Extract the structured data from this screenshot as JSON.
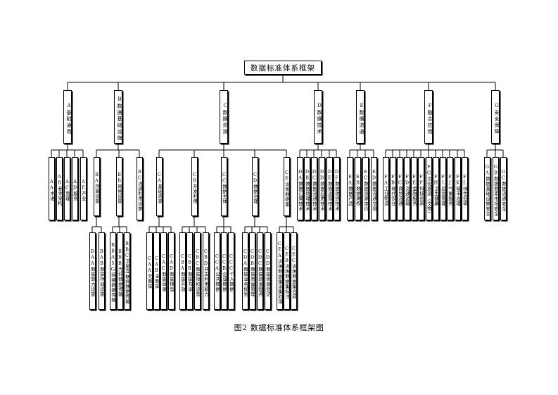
{
  "title": "数据标准体系框架",
  "caption": "图2  数据标准体系框架图",
  "tree": [
    {
      "code": "A",
      "label": "基础通用",
      "children": [
        {
          "code": "AA",
          "label": "术语"
        },
        {
          "code": "AB",
          "label": "参考架构"
        },
        {
          "code": "AC",
          "label": "管理"
        },
        {
          "code": "AD",
          "label": "服务"
        },
        {
          "code": "AE",
          "label": "产业"
        }
      ]
    },
    {
      "code": "B",
      "label": "数据基础设施",
      "children": [
        {
          "code": "BA",
          "label": "存算设施",
          "children": [
            {
              "code": "BAA",
              "label": "数据算力设施"
            },
            {
              "code": "BAB",
              "label": "数据存储设施"
            }
          ]
        },
        {
          "code": "BB",
          "label": "网络设施",
          "children": [
            {
              "code": "BBA",
              "label": "5G网络数据传输"
            },
            {
              "code": "BBB",
              "label": "光纤数据传输"
            },
            {
              "code": "BBC",
              "label": "卫星互联网数据传输"
            }
          ]
        },
        {
          "code": "BC",
          "label": "流通利用设施"
        }
      ]
    },
    {
      "code": "C",
      "label": "数据资源",
      "children": [
        {
          "code": "CA",
          "label": "基础资源",
          "children": [
            {
              "code": "CAA",
              "label": "元数据"
            },
            {
              "code": "CAB",
              "label": "主数据"
            },
            {
              "code": "CAC",
              "label": "数据目录"
            },
            {
              "code": "CAD",
              "label": "数据模型"
            }
          ]
        },
        {
          "code": "CB",
          "label": "开发利用",
          "children": [
            {
              "code": "CBA",
              "label": "数据开放"
            },
            {
              "code": "CBB",
              "label": "数据共享"
            },
            {
              "code": "CBC",
              "label": "数据授权运营"
            },
            {
              "code": "CBD",
              "label": "开发利用能力"
            }
          ]
        },
        {
          "code": "CC",
          "label": "数据主体",
          "children": [
            {
              "code": "CCA",
              "label": "公共数据"
            },
            {
              "code": "CCB",
              "label": "企业数据"
            },
            {
              "code": "CCC",
              "label": "个人数据"
            }
          ]
        },
        {
          "code": "CD",
          "label": "数据治理",
          "children": [
            {
              "code": "CDA",
              "label": "数据业务规划"
            },
            {
              "code": "CDB",
              "label": "数据质量管理"
            },
            {
              "code": "CDC",
              "label": "数据调查盘点"
            },
            {
              "code": "CDD",
              "label": "数据资源登记"
            }
          ]
        },
        {
          "code": "CE",
          "label": "训练数据集",
          "children": [
            {
              "code": "CEA",
              "label": "训练数据集采集处理"
            },
            {
              "code": "CEB",
              "label": "训练数据集标注"
            },
            {
              "code": "CEC",
              "label": "训练数据集合成"
            }
          ]
        }
      ]
    },
    {
      "code": "D",
      "label": "数据技术",
      "children": [
        {
          "code": "DA",
          "label": "数据汇聚技术"
        },
        {
          "code": "DB",
          "label": "数据处理技术"
        },
        {
          "code": "DC",
          "label": "数据流通技术"
        },
        {
          "code": "DD",
          "label": "数据应用技术"
        },
        {
          "code": "DE",
          "label": "数据运营技术"
        },
        {
          "code": "DF",
          "label": "数据销毁技术"
        }
      ]
    },
    {
      "code": "E",
      "label": "数据流通",
      "children": [
        {
          "code": "EA",
          "label": "数据产品"
        },
        {
          "code": "EB",
          "label": "数据确权"
        },
        {
          "code": "EC",
          "label": "数据资源定价"
        },
        {
          "code": "ED",
          "label": "数据流通交易"
        }
      ]
    },
    {
      "code": "F",
      "label": "融合应用",
      "children": [
        {
          "code": "FA",
          "label": "工业制造"
        },
        {
          "code": "FB",
          "label": "现代农业"
        },
        {
          "code": "FC",
          "label": "商贸流通"
        },
        {
          "code": "FD",
          "label": "交通运输"
        },
        {
          "code": "FE",
          "label": "金融服务"
        },
        {
          "code": "FF",
          "label": "科技创新"
        },
        {
          "code": "FG",
          "label": "文化旅游（文物）"
        },
        {
          "code": "FH",
          "label": "卫生健康"
        },
        {
          "code": "FI",
          "label": "应急管理"
        },
        {
          "code": "FJ",
          "label": "气象服务"
        },
        {
          "code": "FK",
          "label": "城市治理"
        },
        {
          "code": "FL",
          "label": "绿色低碳"
        }
      ]
    },
    {
      "code": "G",
      "label": "安全保障",
      "children": [
        {
          "code": "GA",
          "label": "数据基础设施安全"
        },
        {
          "code": "GB",
          "label": "数据要素市场安全"
        },
        {
          "code": "GC",
          "label": "数据流通安全"
        }
      ]
    }
  ]
}
